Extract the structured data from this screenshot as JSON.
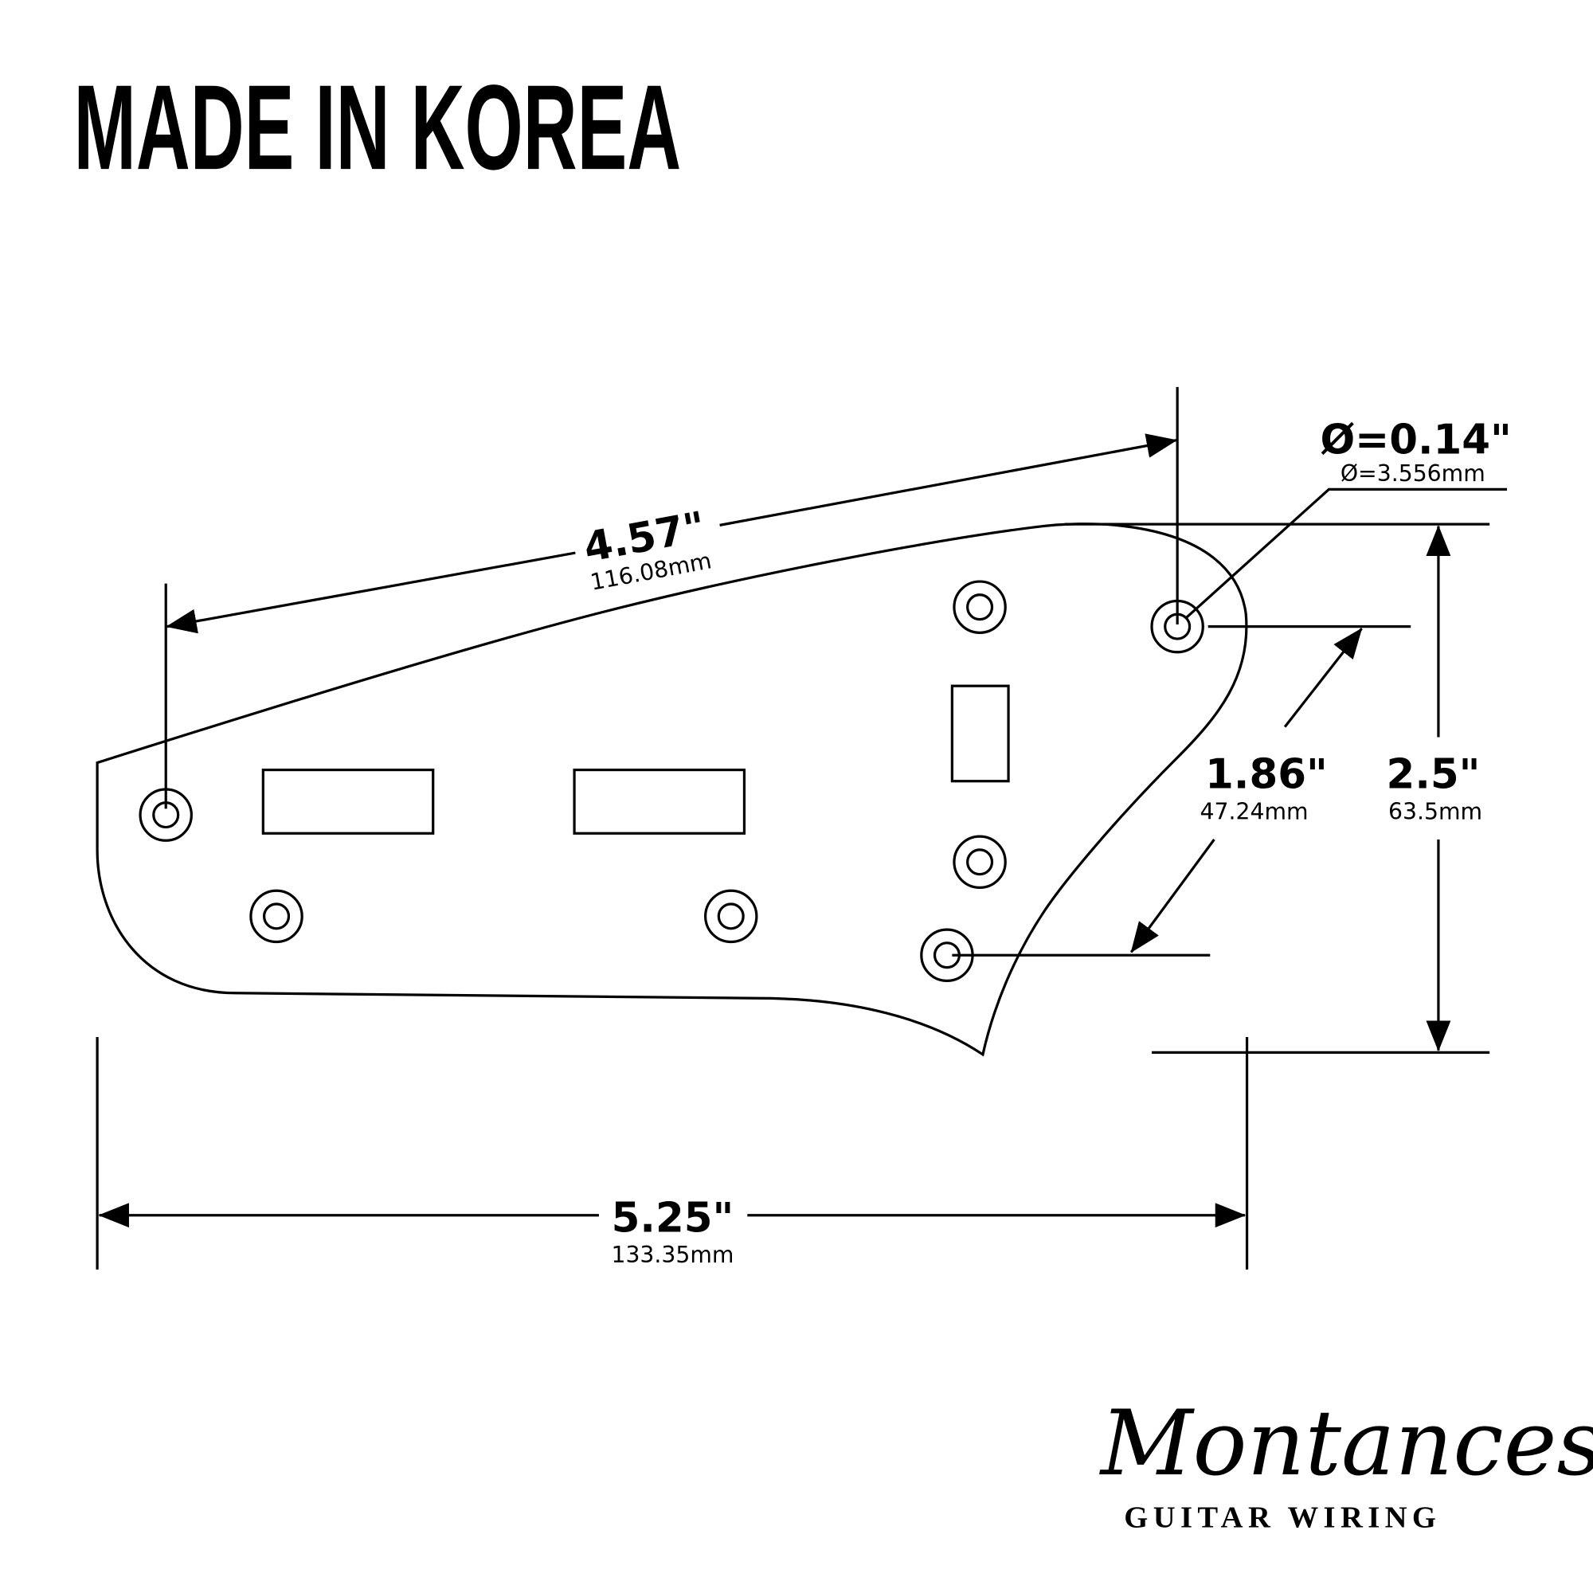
{
  "title": "MADE IN KOREA",
  "dimensions": {
    "diagonal_length": {
      "inches": "4.57\"",
      "mm": "116.08mm"
    },
    "hole_diameter": {
      "inches": "Ø=0.14\"",
      "mm": "Ø=3.556mm"
    },
    "hole_spacing": {
      "inches": "1.86\"",
      "mm": "47.24mm"
    },
    "height": {
      "inches": "2.5\"",
      "mm": "63.5mm"
    },
    "width": {
      "inches": "5.25\"",
      "mm": "133.35mm"
    }
  },
  "logo": {
    "script": "Montances",
    "subtitle": "GUITAR WIRING"
  },
  "colors": {
    "ink": "#000000",
    "background": "#ffffff"
  }
}
